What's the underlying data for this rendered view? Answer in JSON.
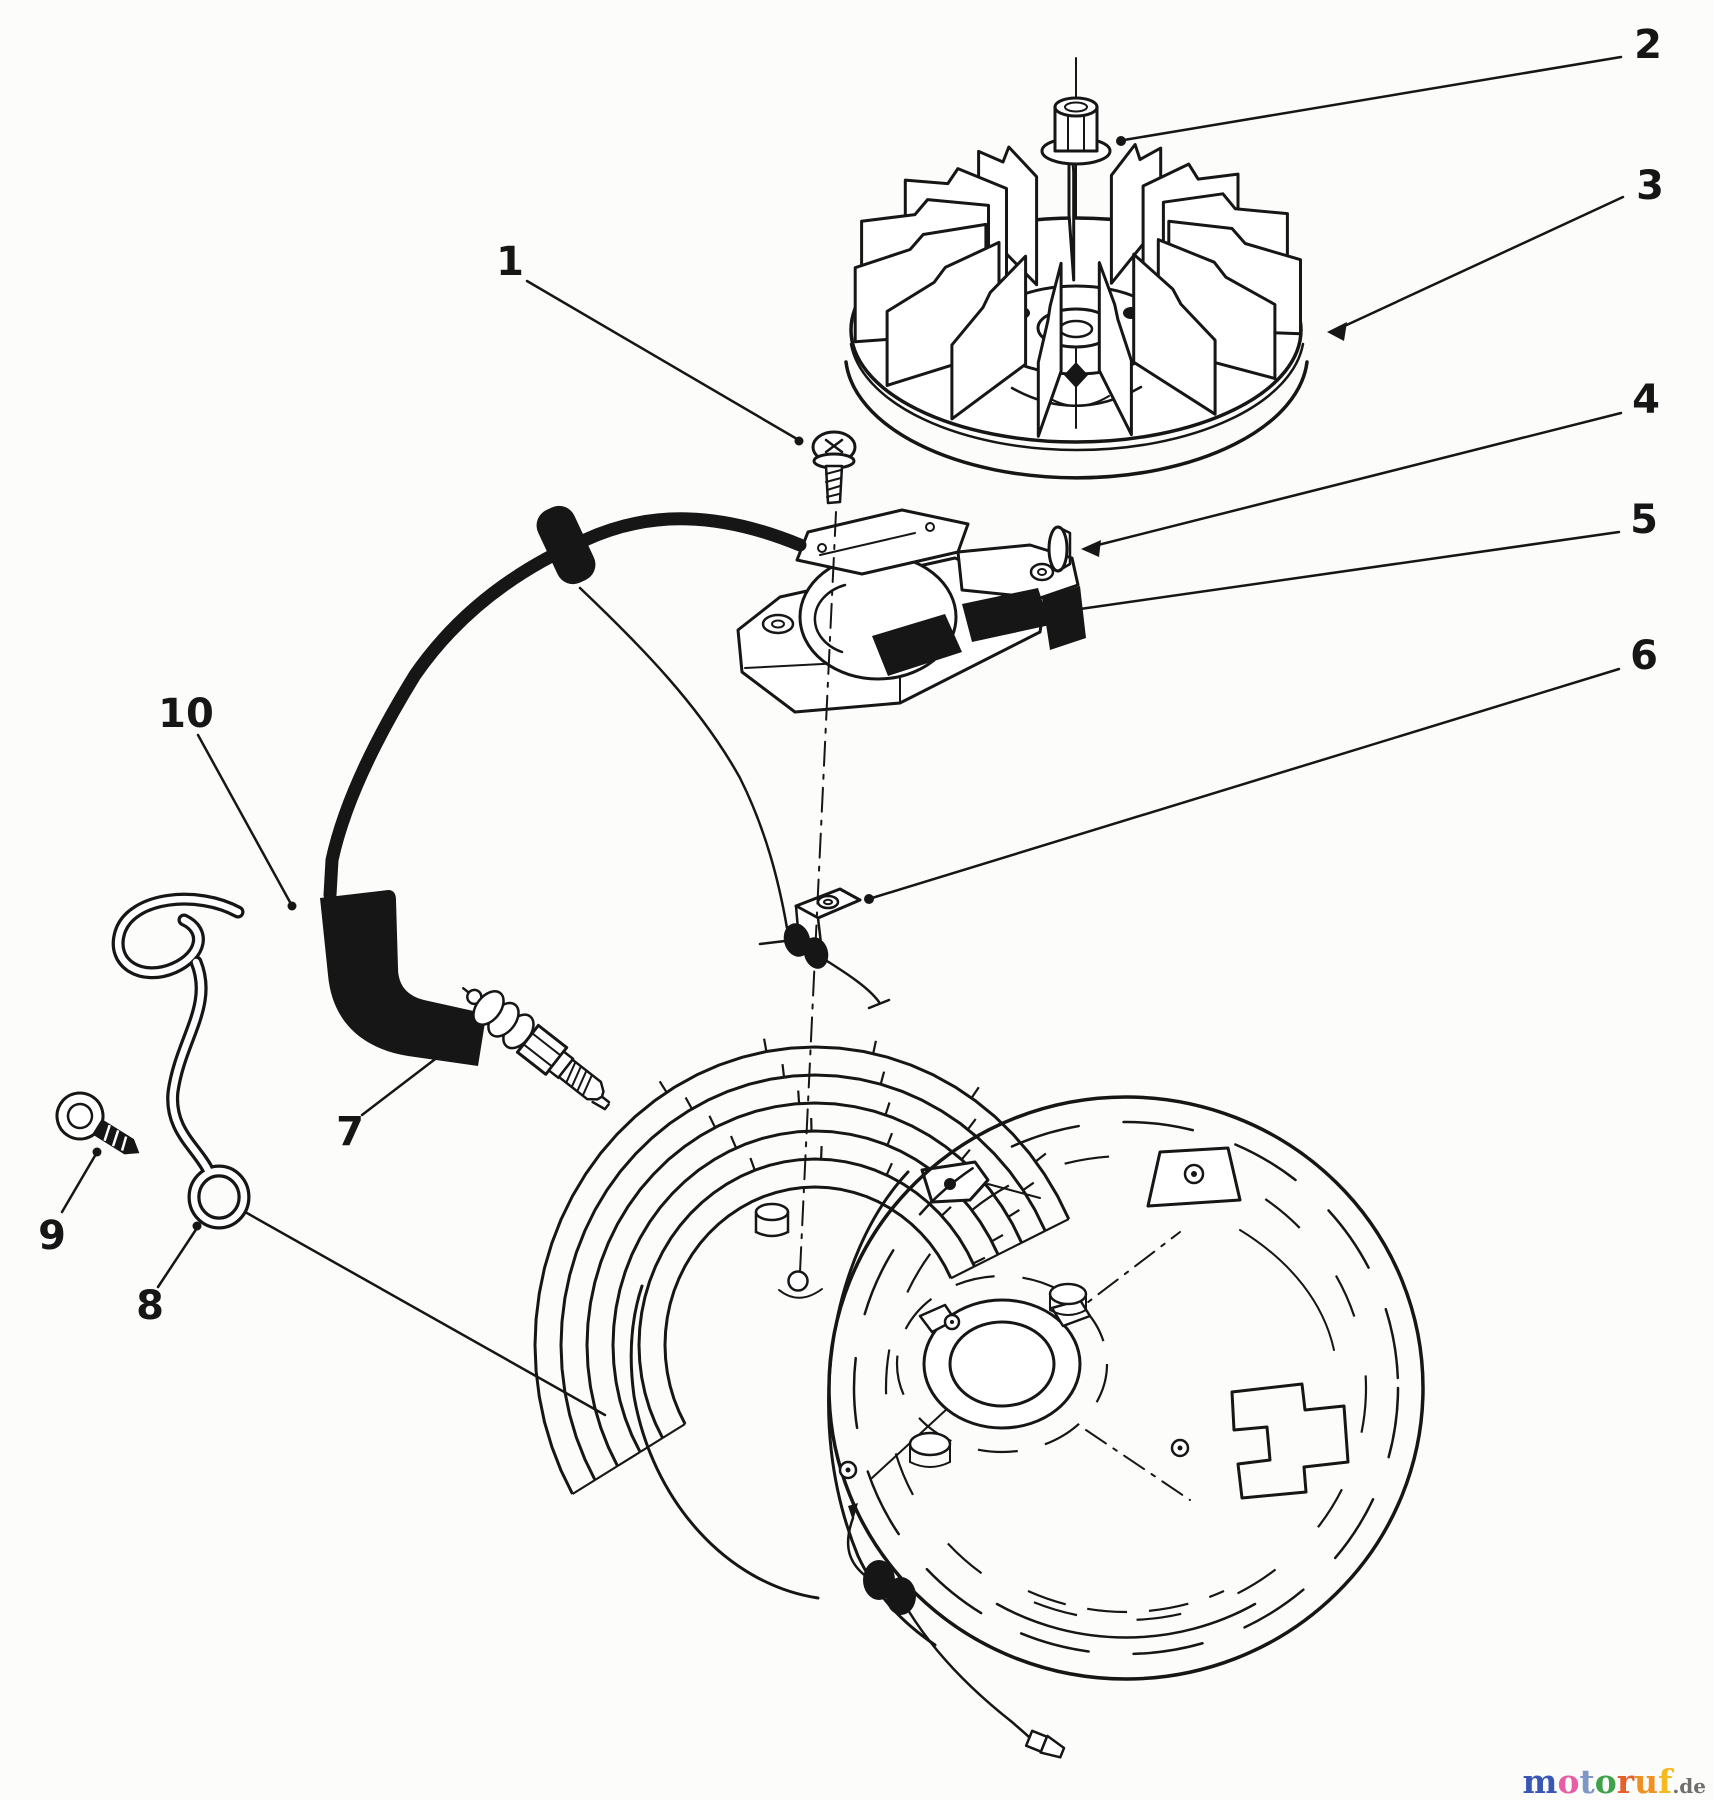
{
  "page": {
    "background": "#fcfcfa"
  },
  "diagram": {
    "type": "exploded-parts-diagram",
    "subject": "engine ignition: flywheel, coil, spark plug, blower housing",
    "line_color": "#161616",
    "callouts": {
      "c1": {
        "label": "1"
      },
      "c2": {
        "label": "2"
      },
      "c3": {
        "label": "3"
      },
      "c4": {
        "label": "4"
      },
      "c5": {
        "label": "5"
      },
      "c6": {
        "label": "6"
      },
      "c7": {
        "label": "7"
      },
      "c8": {
        "label": "8"
      },
      "c9": {
        "label": "9"
      },
      "c10": {
        "label": "10"
      }
    }
  },
  "watermark": {
    "text": "motoruf.de",
    "brand": "motoruf",
    "tld": ".de",
    "tld_color": "#6f6f6f",
    "letters": [
      {
        "ch": "m",
        "color": "#3a56b4"
      },
      {
        "ch": "o",
        "color": "#e75ea6"
      },
      {
        "ch": "t",
        "color": "#7e96c8"
      },
      {
        "ch": "o",
        "color": "#3ea24b"
      },
      {
        "ch": "r",
        "color": "#e4612d"
      },
      {
        "ch": "u",
        "color": "#f09023"
      },
      {
        "ch": "f",
        "color": "#f4ba1f"
      }
    ]
  }
}
